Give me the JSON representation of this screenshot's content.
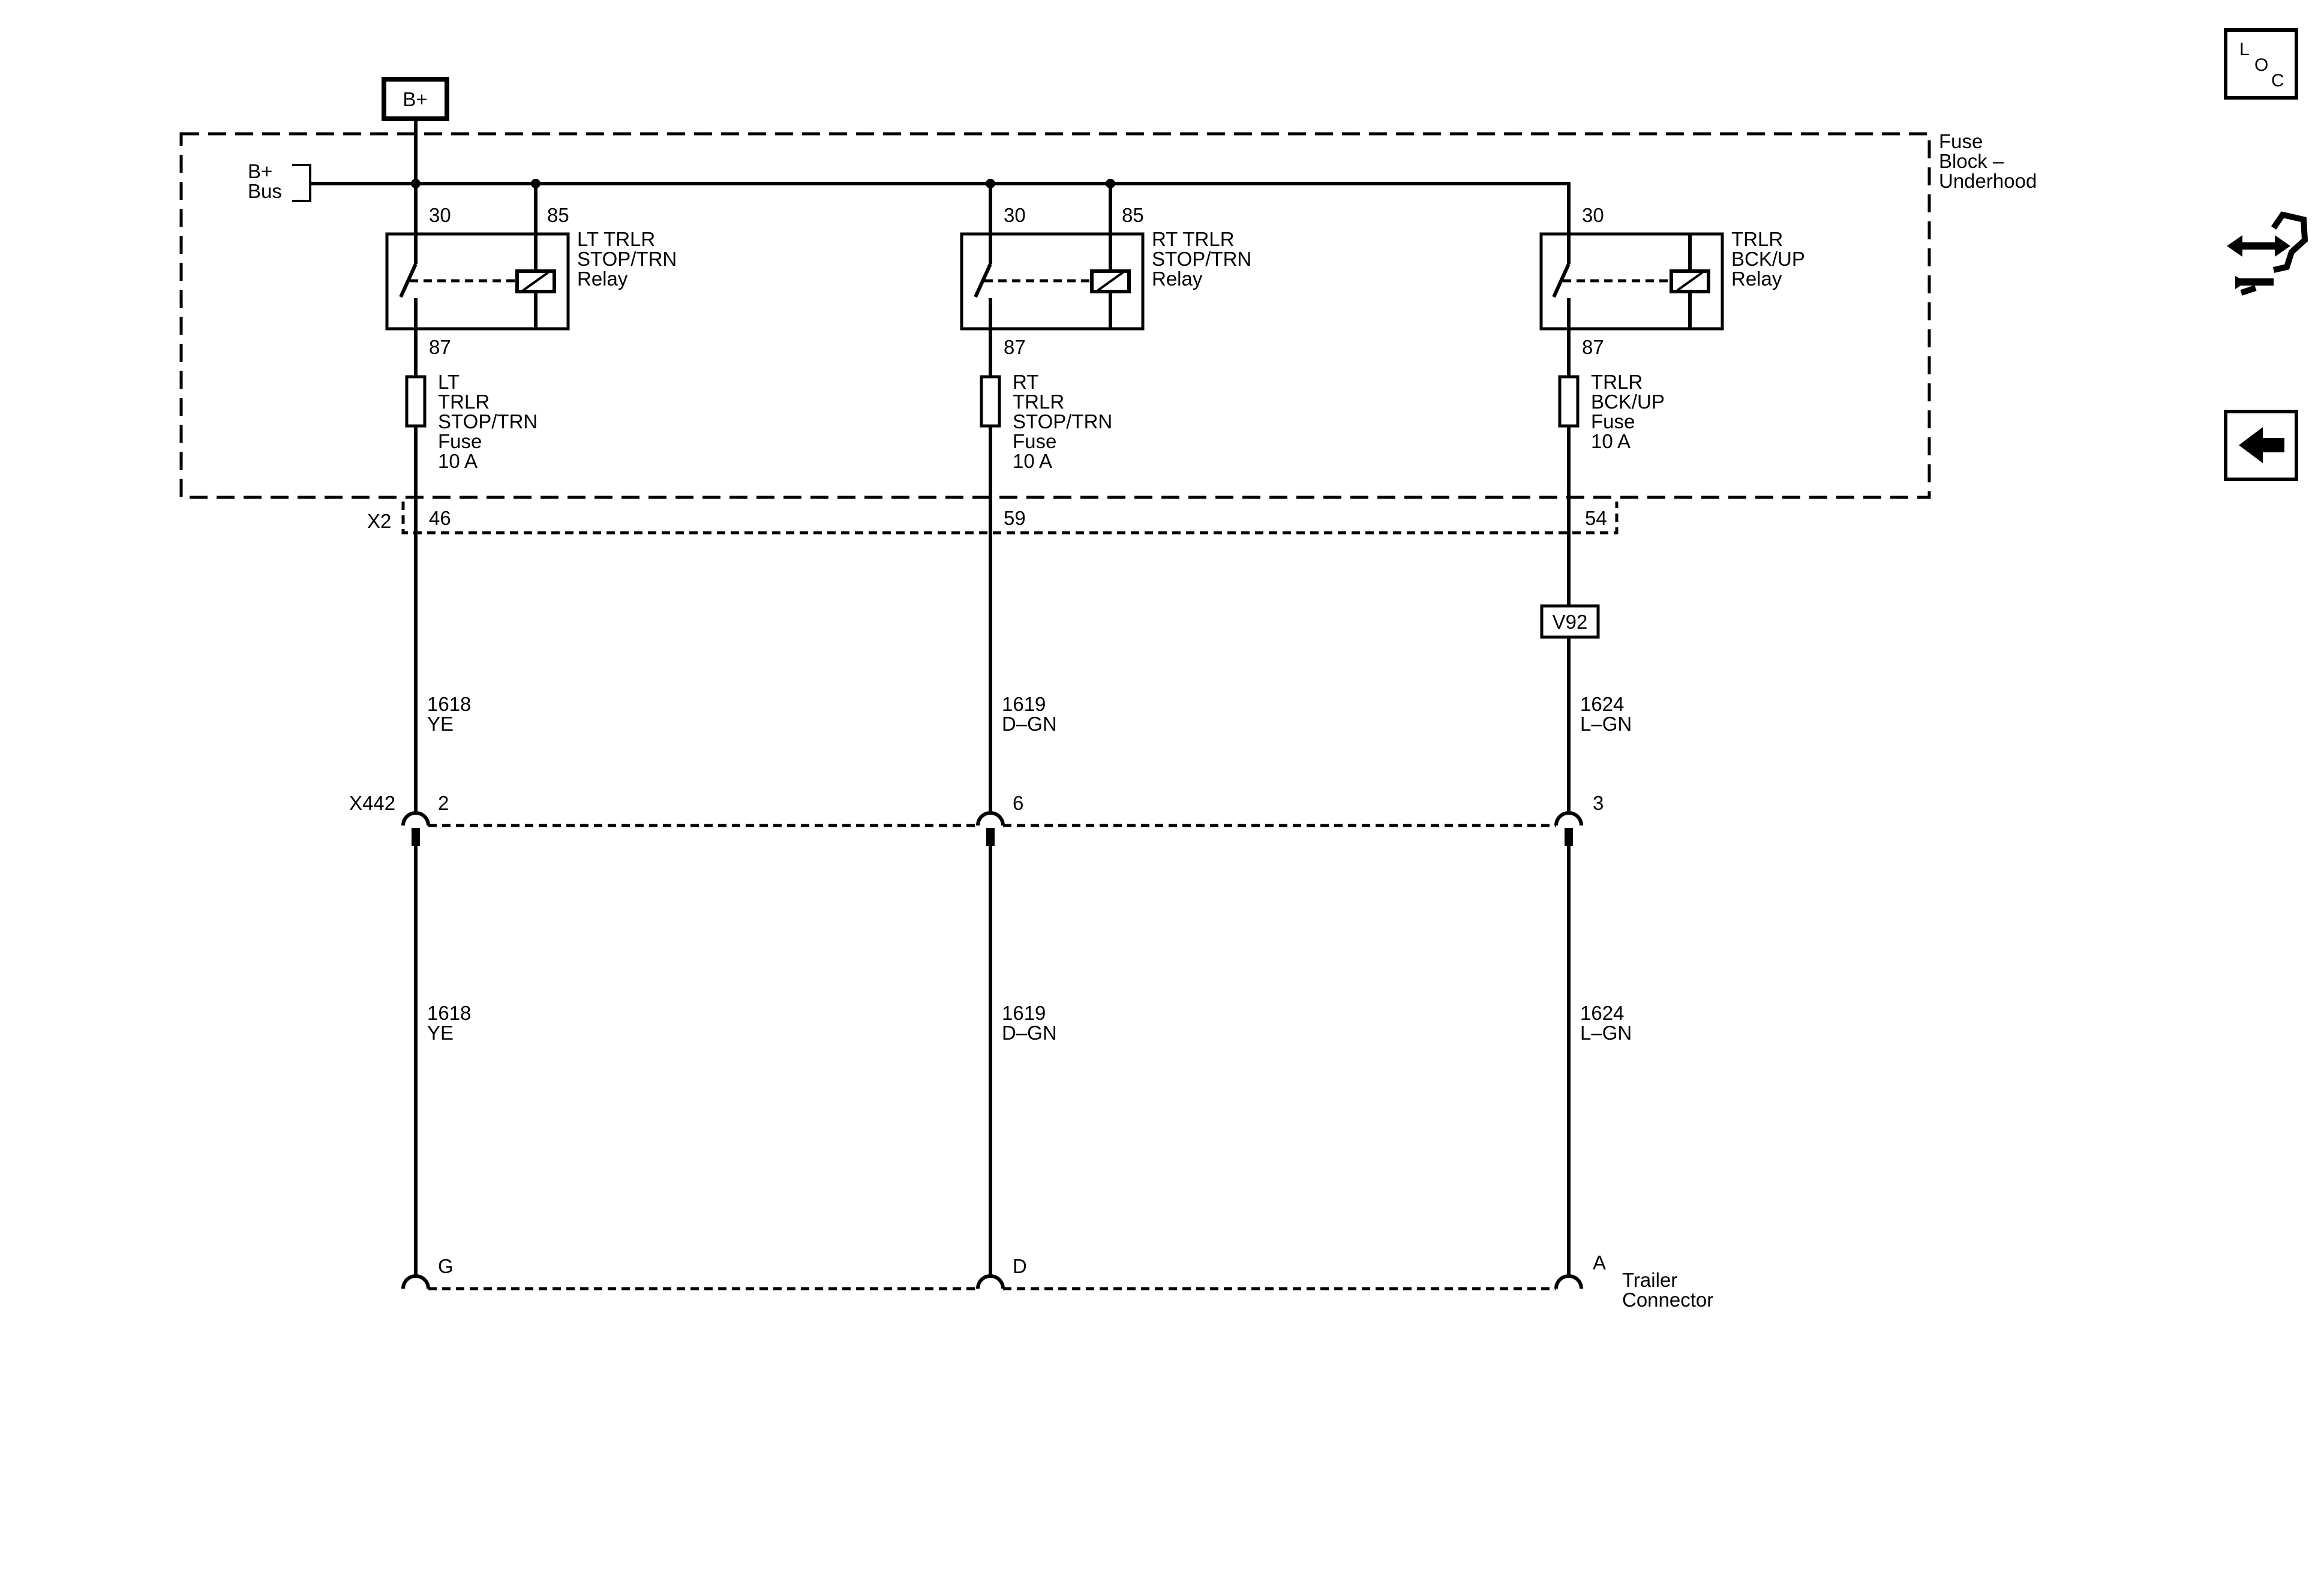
{
  "power": {
    "source": "B+",
    "bus_line1": "B+",
    "bus_line2": "Bus"
  },
  "fuse_block": {
    "line1": "Fuse",
    "line2": "Block –",
    "line3": "Underhood"
  },
  "relays": [
    {
      "pin30": "30",
      "pin85": "85",
      "pin87": "87",
      "name_lines": [
        "LT TRLR",
        "STOP/TRN",
        "Relay"
      ]
    },
    {
      "pin30": "30",
      "pin85": "85",
      "pin87": "87",
      "name_lines": [
        "RT TRLR",
        "STOP/TRN",
        "Relay"
      ]
    },
    {
      "pin30": "30",
      "pin87": "87",
      "name_lines": [
        "TRLR",
        "BCK/UP",
        "Relay"
      ]
    }
  ],
  "fuses": [
    {
      "name_lines": [
        "LT",
        "TRLR",
        "STOP/TRN",
        "Fuse",
        "10 A"
      ]
    },
    {
      "name_lines": [
        "RT",
        "TRLR",
        "STOP/TRN",
        "Fuse",
        "10 A"
      ]
    },
    {
      "name_lines": [
        "TRLR",
        "BCK/UP",
        "Fuse",
        "10 A"
      ]
    }
  ],
  "connector_x2": {
    "name": "X2",
    "pins": [
      "46",
      "59",
      "54"
    ]
  },
  "splice_label": "V92",
  "wires_upper": [
    {
      "circuit": "1618",
      "color": "YE"
    },
    {
      "circuit": "1619",
      "color": "D–GN"
    },
    {
      "circuit": "1624",
      "color": "L–GN"
    }
  ],
  "connector_x442": {
    "name": "X442",
    "pins": [
      "2",
      "6",
      "3"
    ]
  },
  "wires_lower": [
    {
      "circuit": "1618",
      "color": "YE"
    },
    {
      "circuit": "1619",
      "color": "D–GN"
    },
    {
      "circuit": "1624",
      "color": "L–GN"
    }
  ],
  "trailer_connector": {
    "pins": [
      "G",
      "D",
      "A"
    ],
    "line1": "Trailer",
    "line2": "Connector"
  },
  "side_icons": [
    {
      "icon": "loc-icon",
      "letters": [
        "L",
        "O",
        "C"
      ]
    },
    {
      "icon": "harness-connector-icon"
    },
    {
      "icon": "back-arrow-icon"
    }
  ]
}
